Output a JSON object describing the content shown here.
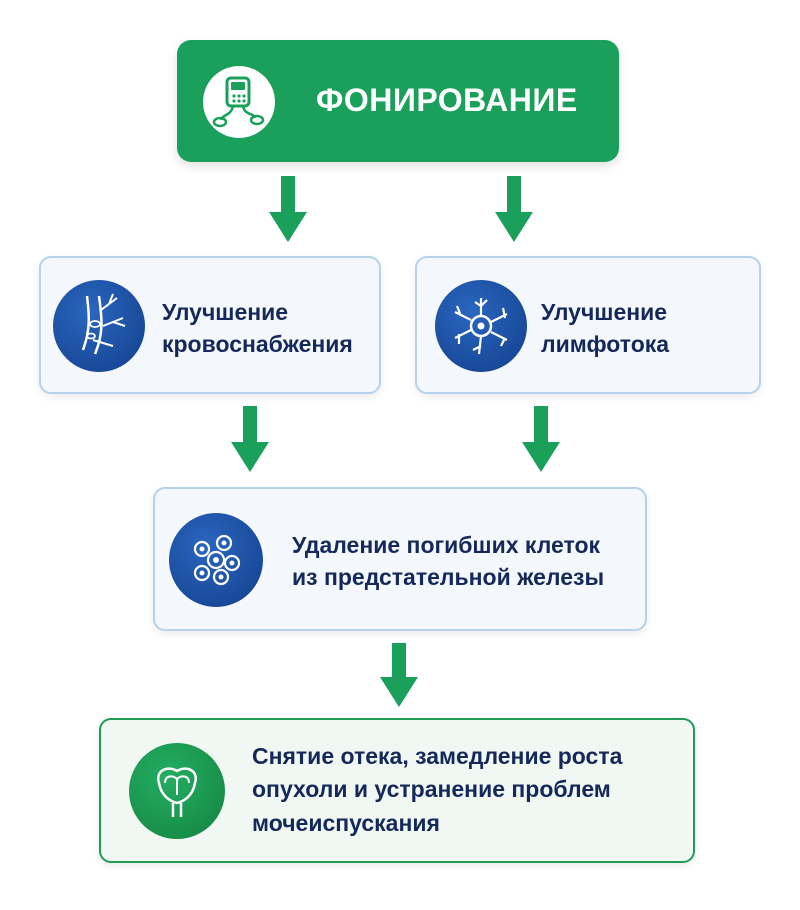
{
  "top": {
    "title": "ФОНИРОВАНИЕ",
    "icon": "phonation-device-icon"
  },
  "left_box": {
    "line1": "Улучшение",
    "line2": "кровоснабжения",
    "icon": "blood-vessel-icon"
  },
  "right_box": {
    "line1": "Улучшение",
    "line2": "лимфотока",
    "icon": "lymph-cell-icon"
  },
  "middle_box": {
    "line1": "Удаление погибших клеток",
    "line2": "из предстательной железы",
    "icon": "cells-icon"
  },
  "bottom_box": {
    "line1": "Снятие отека, замедление роста",
    "line2": "опухоли и устранение проблем",
    "line3": "мочеиспускания",
    "icon": "prostate-icon"
  },
  "colors": {
    "green": "#1aa05a",
    "navy": "#14295a",
    "blue_border": "#b6d2ea",
    "icon_blue": "#1a4fa3"
  }
}
